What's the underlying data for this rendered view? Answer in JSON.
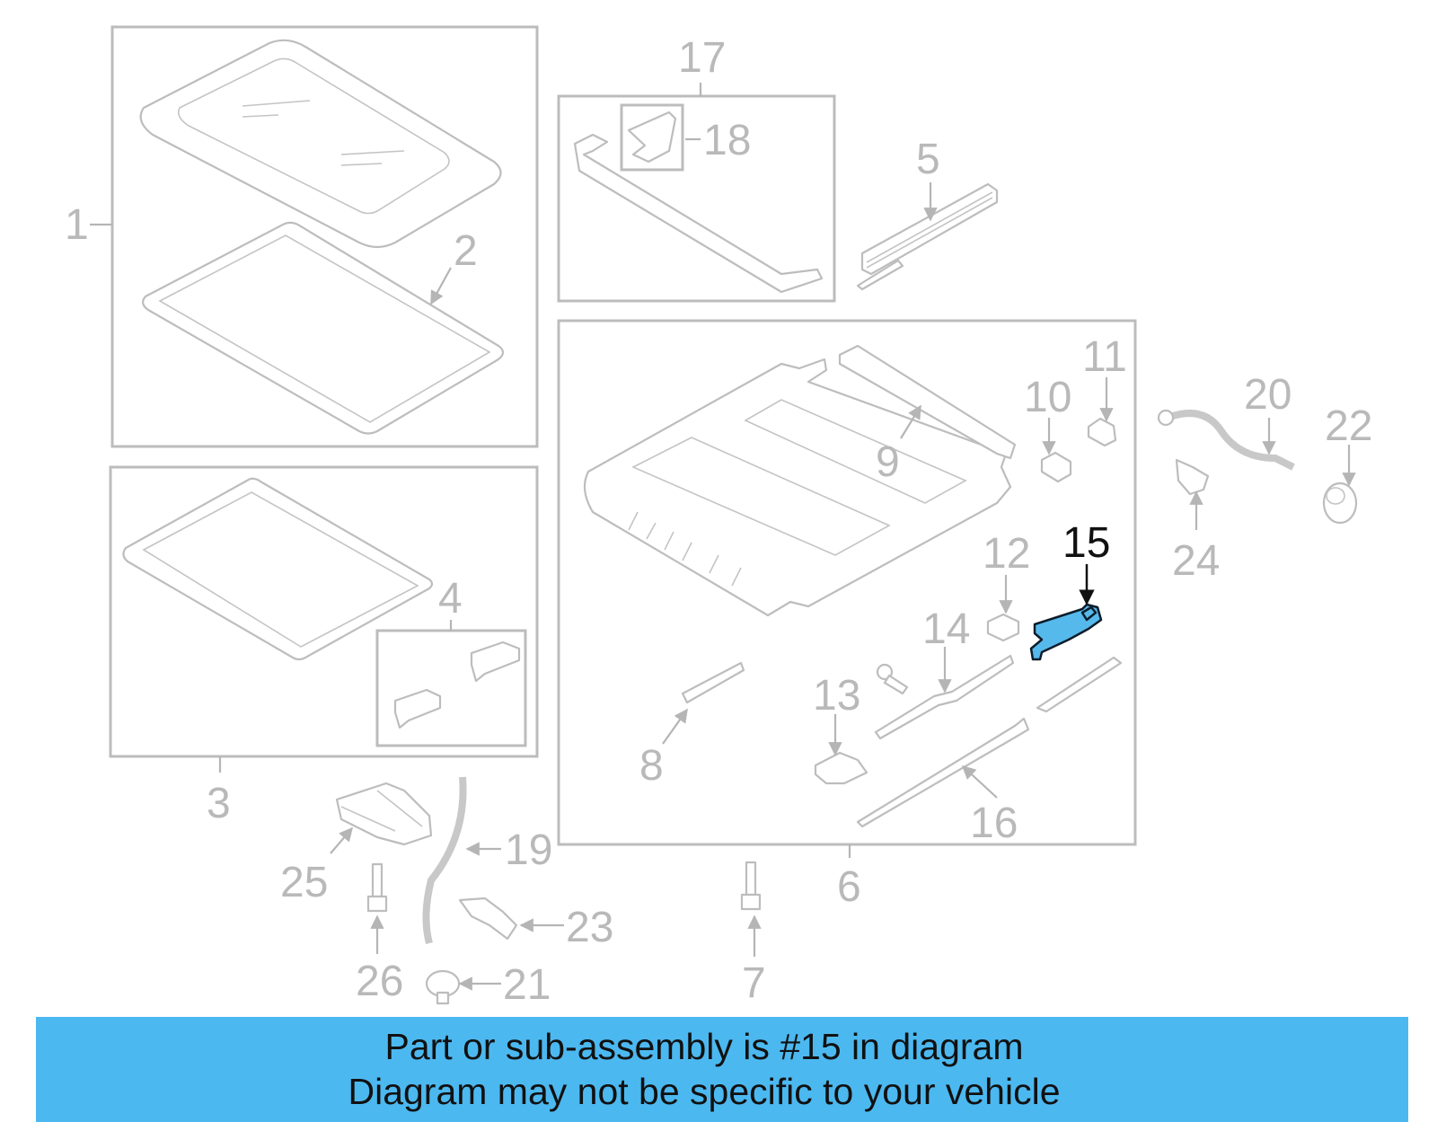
{
  "diagram": {
    "highlight_color": "#4cb8f0",
    "highlighted_part": "15",
    "callouts": {
      "c1": "1",
      "c2": "2",
      "c3": "3",
      "c4": "4",
      "c5": "5",
      "c6": "6",
      "c7": "7",
      "c8": "8",
      "c9": "9",
      "c10": "10",
      "c11": "11",
      "c12": "12",
      "c13": "13",
      "c14": "14",
      "c15": "15",
      "c16": "16",
      "c17": "17",
      "c18": "18",
      "c19": "19",
      "c20": "20",
      "c21": "21",
      "c22": "22",
      "c23": "23",
      "c24": "24",
      "c25": "25",
      "c26": "26"
    }
  },
  "banner": {
    "line1": "Part or sub-assembly is #15 in diagram",
    "line2": "Diagram may not be specific to your vehicle"
  }
}
